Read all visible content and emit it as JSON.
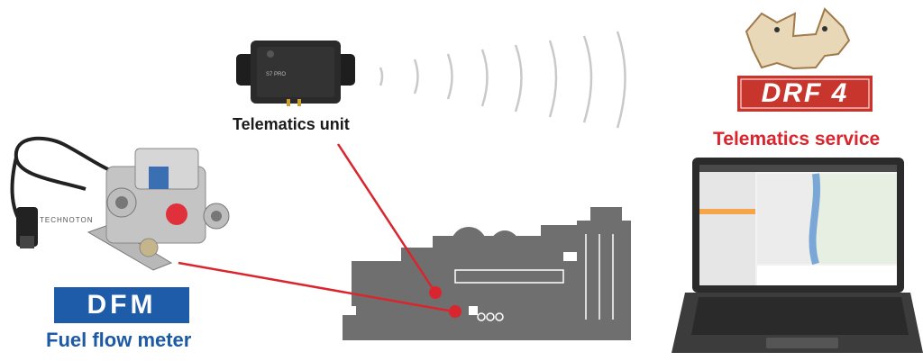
{
  "labels": {
    "telematics_unit": "Telematics unit",
    "telematics_service": "Telematics service",
    "fuel_flow_meter": "Fuel flow meter"
  },
  "logos": {
    "dfm": "DFM",
    "drf": "DRF 4",
    "technoton": "TECHNOTON",
    "unit_brand": "S7 PRO"
  },
  "colors": {
    "connector_red": "#d9262e",
    "dfm_blue": "#1e5ba8",
    "drf_red": "#c8352c",
    "engine_gray": "#6f6f6f"
  },
  "icons": [
    "fuel-flow-meter-icon",
    "telematics-unit-icon",
    "wireless-signal-icon",
    "engine-icon",
    "laptop-icon",
    "dog-mascot-icon"
  ]
}
